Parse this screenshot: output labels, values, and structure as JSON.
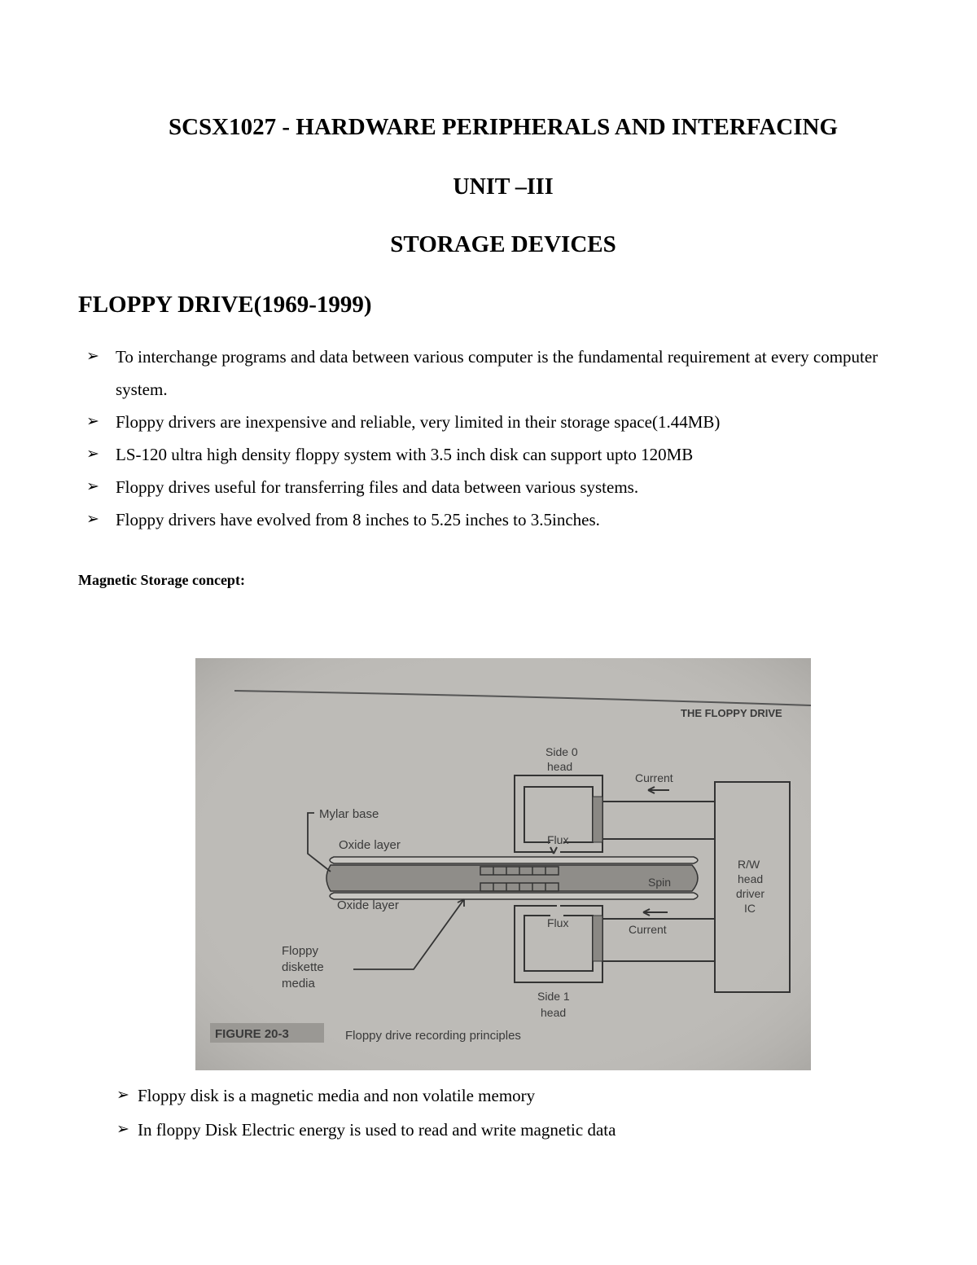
{
  "header": {
    "course_title": "SCSX1027  -  HARDWARE PERIPHERALS AND INTERFACING",
    "unit": "UNIT –III",
    "section": "STORAGE DEVICES"
  },
  "floppy": {
    "heading": "FLOPPY DRIVE(1969-1999)",
    "bullets": [
      "To interchange programs and data between various computer is the fundamental requirement at every computer system.",
      "Floppy drivers are inexpensive and reliable, very limited in their storage space(1.44MB)",
      "LS-120 ultra high density floppy system with 3.5 inch disk can support upto 120MB",
      "Floppy drives useful for transferring files and data between various systems.",
      "Floppy drivers have evolved from 8 inches to 5.25 inches to 3.5inches."
    ]
  },
  "magnetic": {
    "heading": "Magnetic Storage concept:",
    "figure": {
      "page_header": "THE FLOPPY DRIVE",
      "side0_head": [
        "Side 0",
        "head"
      ],
      "side1_head": [
        "Side 1",
        "head"
      ],
      "current_top": "Current",
      "current_bottom": "Current",
      "mylar_base": "Mylar base",
      "oxide_top": "Oxide layer",
      "oxide_bottom": "Oxide layer",
      "flux_top": "Flux",
      "flux_bottom": "Flux",
      "spin": "Spin",
      "rw_driver": [
        "R/W",
        "head",
        "driver",
        "IC"
      ],
      "floppy_media": [
        "Floppy",
        "diskette",
        "media"
      ],
      "figure_label": "FIGURE  20-3",
      "caption": "Floppy drive recording principles"
    },
    "bullets": [
      "Floppy disk is a magnetic media and non volatile memory",
      "In floppy Disk Electric energy is used to read and write magnetic data"
    ]
  },
  "icons": {
    "bullet": "arrow-bullet-icon"
  }
}
